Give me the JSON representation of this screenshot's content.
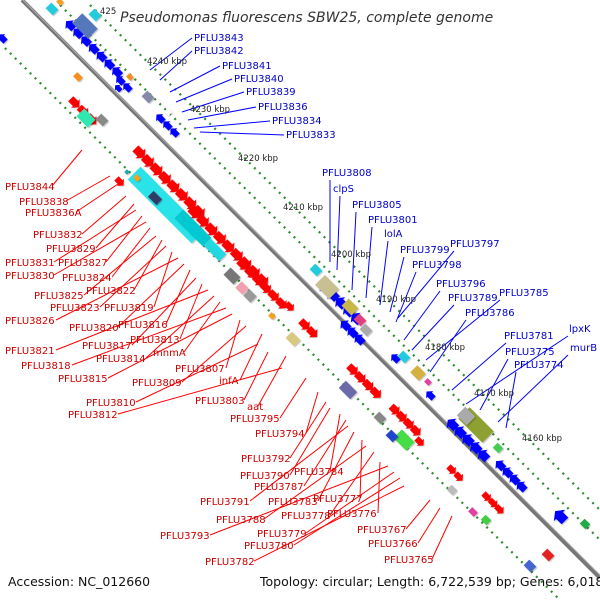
{
  "header": {
    "title": "Pseudomonas fluorescens SBW25, complete genome"
  },
  "footer": {
    "accession": "Accession: NC_012660",
    "summary": "Topology: circular; Length: 6,722,539 bp; Genes: 6,018"
  },
  "colors": {
    "forward_gene": "#ff0000",
    "reverse_gene": "#0000ff",
    "forward_label": "#cc0000",
    "reverse_label": "#0000cc",
    "backbone": "#888888",
    "dotted_track": "#2e8b2e"
  },
  "scale_ticks": [
    "4160 kbp",
    "4170 kbp",
    "4180 kbp",
    "4190 kbp",
    "4200 kbp",
    "4210 kbp",
    "4220 kbp",
    "4230 kbp",
    "4240 kbp",
    "425"
  ],
  "reverse_labels": [
    "PFLU3843",
    "PFLU3842",
    "PFLU3841",
    "PFLU3840",
    "PFLU3839",
    "PFLU3836",
    "PFLU3834",
    "PFLU3833",
    "PFLU3808",
    "clpS",
    "PFLU3805",
    "PFLU3801",
    "lolA",
    "PFLU3799",
    "PFLU3797",
    "PFLU3798",
    "PFLU3796",
    "PFLU3789",
    "PFLU3785",
    "PFLU3786",
    "PFLU3781",
    "lpxK",
    "PFLU3775",
    "murB",
    "PFLU3774"
  ],
  "forward_labels": [
    "PFLU3844",
    "PFLU3838",
    "PFLU3836A",
    "PFLU3832",
    "PFLU3829",
    "PFLU3831",
    "PFLU3827",
    "PFLU3830",
    "PFLU3824",
    "PFLU3825",
    "PFLU3822",
    "PFLU3823",
    "PFLU3819",
    "PFLU3826",
    "PFLU3820",
    "PFLU3816",
    "PFLU3817",
    "PFLU3813",
    "PFLU3821",
    "PFLU3814",
    "mnmA",
    "PFLU3818",
    "PFLU3815",
    "PFLU3807",
    "PFLU3809",
    "infA",
    "PFLU3810",
    "PFLU3803",
    "aat",
    "PFLU3812",
    "PFLU3795",
    "PFLU3794",
    "PFLU3792",
    "PFLU3790",
    "PFLU3784",
    "PFLU3787",
    "PFLU3791",
    "PFLU3783",
    "PFLU3777",
    "PFLU3788",
    "PFLU3778",
    "PFLU3776",
    "PFLU3793",
    "PFLU3779",
    "PFLU3780",
    "PFLU3767",
    "PFLU3766",
    "PFLU3782",
    "PFLU3765"
  ]
}
